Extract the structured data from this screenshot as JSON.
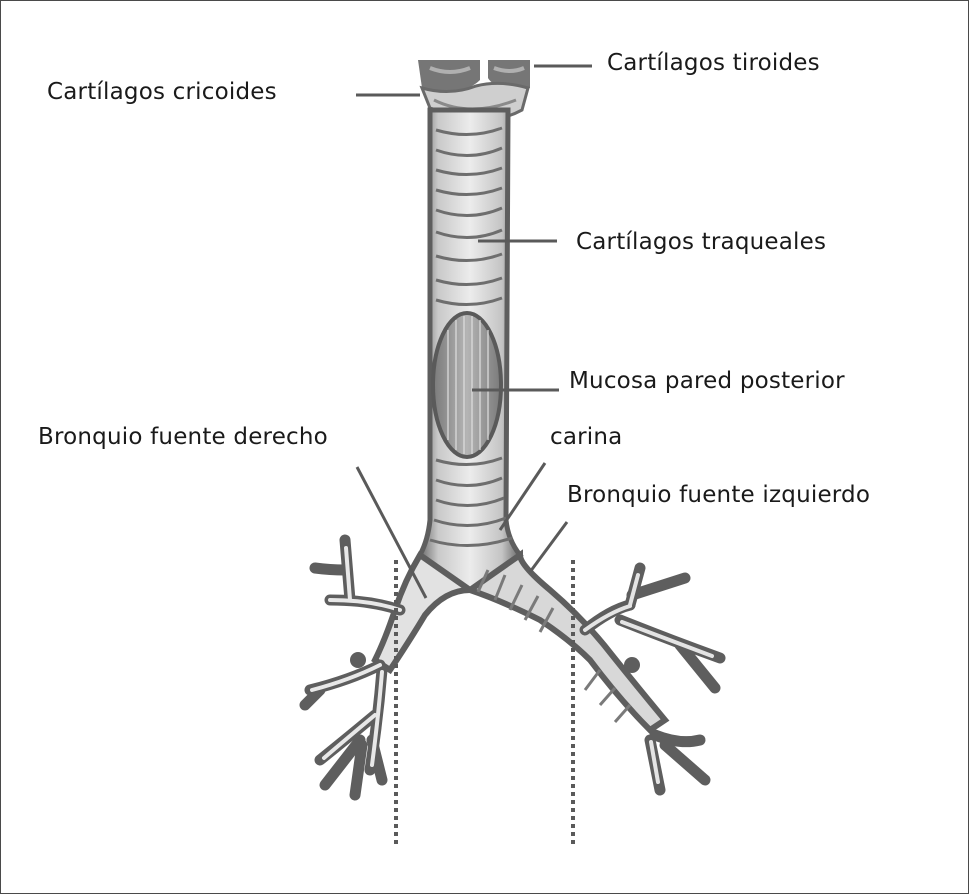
{
  "diagram": {
    "subject": "Tráquea y bronquios principales",
    "style": "grayscale anatomical illustration",
    "colors": {
      "tissue_dark": "#5e5e5e",
      "tissue_mid": "#8a8a8a",
      "tissue_light": "#e6e6e6",
      "leader_line": "#5a5a5a",
      "text": "#1a1a1a",
      "border": "#4a4a4a"
    },
    "labels": [
      {
        "id": "cartilagos-tiroides",
        "text": "Cartílagos tiroides"
      },
      {
        "id": "cartilagos-cricoides",
        "text": "Cartílagos cricoides"
      },
      {
        "id": "cartilagos-traqueales",
        "text": "Cartílagos traqueales"
      },
      {
        "id": "mucosa-pared-posterior",
        "text": "Mucosa pared posterior"
      },
      {
        "id": "bronquio-fuente-derecho",
        "text": "Bronquio fuente derecho"
      },
      {
        "id": "carina",
        "text": "carina"
      },
      {
        "id": "bronquio-fuente-izquierdo",
        "text": "Bronquio fuente izquierdo"
      }
    ],
    "reference_lines": [
      {
        "id": "right-dotted-line",
        "style": "dotted",
        "orientation": "vertical"
      },
      {
        "id": "left-dotted-line",
        "style": "dotted",
        "orientation": "vertical"
      }
    ]
  }
}
